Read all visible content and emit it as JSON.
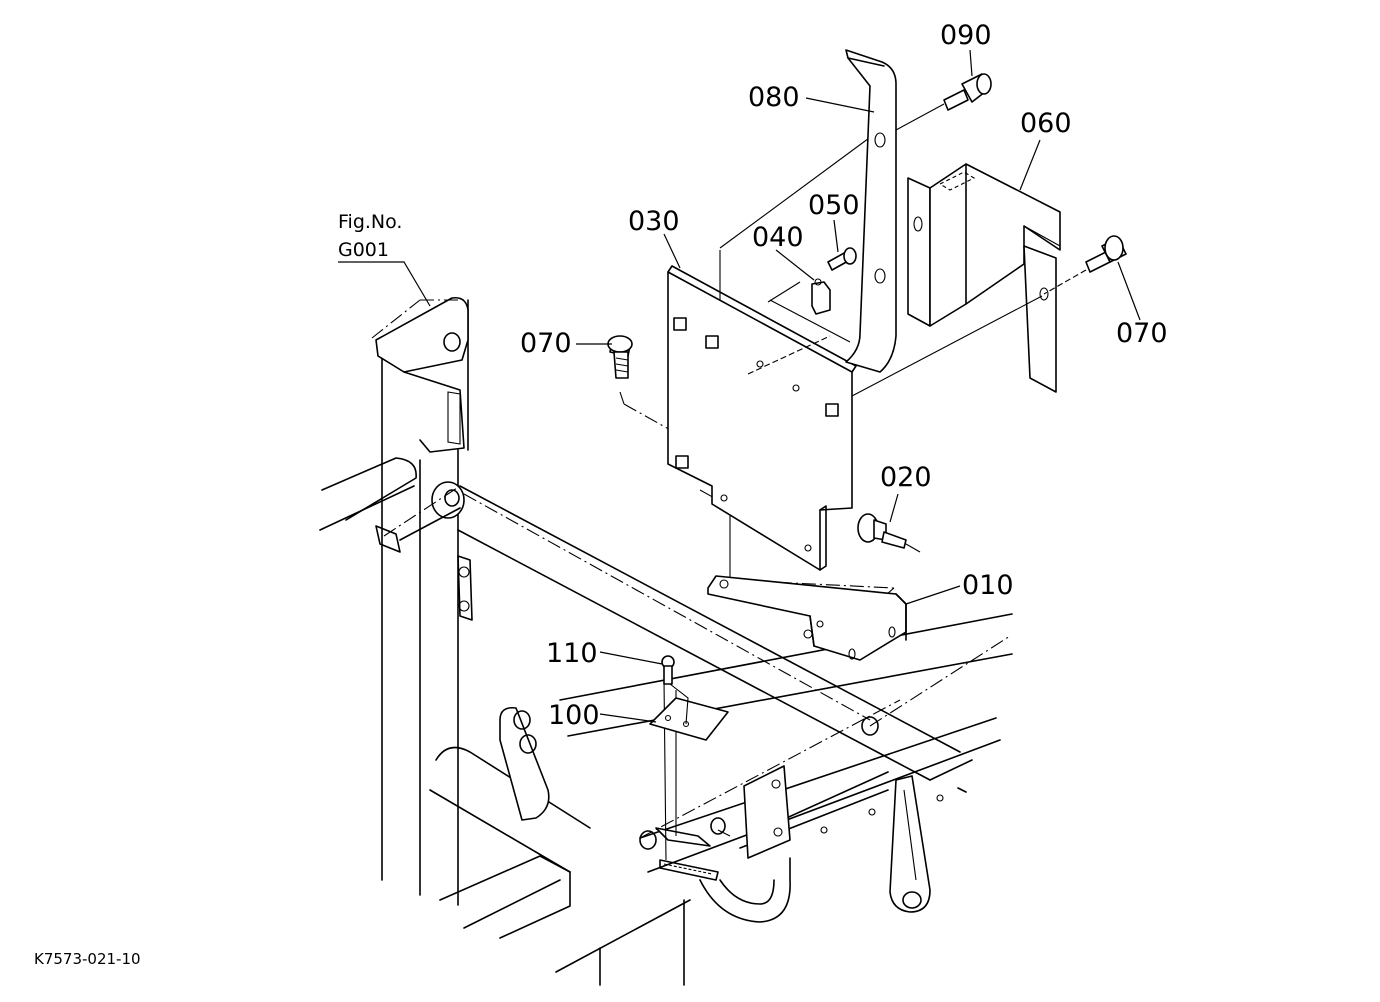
{
  "figure_reference": {
    "line1": "Fig.No.",
    "line2": "G001"
  },
  "part_labels": {
    "p010": "010",
    "p020": "020",
    "p030": "030",
    "p040": "040",
    "p050": "050",
    "p060": "060",
    "p070_left": "070",
    "p070_right": "070",
    "p080": "080",
    "p090": "090",
    "p100": "100",
    "p110": "110"
  },
  "drawing_id": "K7573-021-10"
}
